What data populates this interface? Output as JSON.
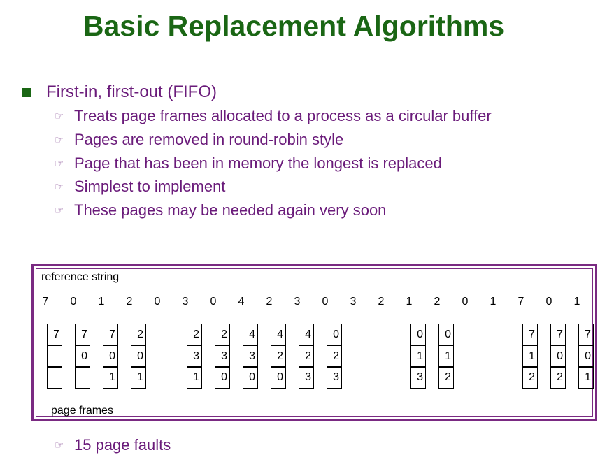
{
  "title": "Basic Replacement Algorithms",
  "bullet": {
    "label": "First-in, first-out (FIFO)",
    "subs": [
      "Treats page frames allocated to a process as a circular buffer",
      "Pages are removed in round-robin style",
      "Page that has been in memory the longest is replaced",
      "Simplest to implement",
      "These pages may be needed again very soon"
    ]
  },
  "sub_bullet_icon": "pointing-hand-icon",
  "diagram": {
    "reference_label": "reference string",
    "reference_string": [
      "7",
      "0",
      "1",
      "2",
      "0",
      "3",
      "0",
      "4",
      "2",
      "3",
      "0",
      "3",
      "2",
      "1",
      "2",
      "0",
      "1",
      "7",
      "0",
      "1"
    ],
    "frames_label": "page frames",
    "frame_states": [
      {
        "step": 0,
        "cells": [
          "7",
          "",
          ""
        ]
      },
      {
        "step": 1,
        "cells": [
          "7",
          "0",
          ""
        ]
      },
      {
        "step": 2,
        "cells": [
          "7",
          "0",
          "1"
        ]
      },
      {
        "step": 3,
        "cells": [
          "2",
          "0",
          "1"
        ]
      },
      {
        "step": 5,
        "cells": [
          "2",
          "3",
          "1"
        ]
      },
      {
        "step": 6,
        "cells": [
          "2",
          "3",
          "0"
        ]
      },
      {
        "step": 7,
        "cells": [
          "4",
          "3",
          "0"
        ]
      },
      {
        "step": 8,
        "cells": [
          "4",
          "2",
          "0"
        ]
      },
      {
        "step": 9,
        "cells": [
          "4",
          "2",
          "3"
        ]
      },
      {
        "step": 10,
        "cells": [
          "0",
          "2",
          "3"
        ]
      },
      {
        "step": 13,
        "cells": [
          "0",
          "1",
          "3"
        ]
      },
      {
        "step": 14,
        "cells": [
          "0",
          "1",
          "2"
        ]
      },
      {
        "step": 17,
        "cells": [
          "7",
          "1",
          "2"
        ]
      },
      {
        "step": 18,
        "cells": [
          "7",
          "0",
          "2"
        ]
      },
      {
        "step": 19,
        "cells": [
          "7",
          "0",
          "1"
        ]
      }
    ]
  },
  "result": "15 page faults",
  "colors": {
    "title": "#1a6614",
    "text": "#6a1b7a",
    "diagram_border": "#7a2a82"
  }
}
